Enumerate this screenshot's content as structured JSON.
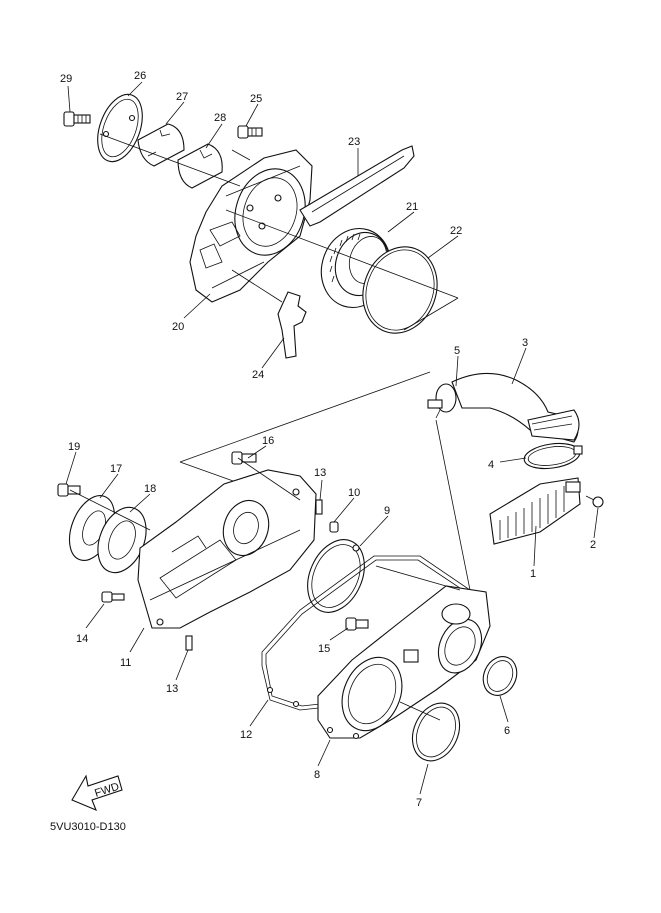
{
  "diagram": {
    "drawing_code": "5VU3010-D130",
    "fwd_label": "FWD",
    "colors": {
      "ink": "#111111",
      "paper": "#ffffff"
    },
    "callouts": [
      {
        "id": "c1",
        "text": "1"
      },
      {
        "id": "c2",
        "text": "2"
      },
      {
        "id": "c3",
        "text": "3"
      },
      {
        "id": "c4",
        "text": "4"
      },
      {
        "id": "c5",
        "text": "5"
      },
      {
        "id": "c6",
        "text": "6"
      },
      {
        "id": "c7",
        "text": "7"
      },
      {
        "id": "c8",
        "text": "8"
      },
      {
        "id": "c9",
        "text": "9"
      },
      {
        "id": "c10",
        "text": "10"
      },
      {
        "id": "c11",
        "text": "11"
      },
      {
        "id": "c12",
        "text": "12"
      },
      {
        "id": "c13a",
        "text": "13"
      },
      {
        "id": "c13b",
        "text": "13"
      },
      {
        "id": "c14",
        "text": "14"
      },
      {
        "id": "c15",
        "text": "15"
      },
      {
        "id": "c16",
        "text": "16"
      },
      {
        "id": "c17",
        "text": "17"
      },
      {
        "id": "c18",
        "text": "18"
      },
      {
        "id": "c19",
        "text": "19"
      },
      {
        "id": "c20",
        "text": "20"
      },
      {
        "id": "c21",
        "text": "21"
      },
      {
        "id": "c22",
        "text": "22"
      },
      {
        "id": "c23",
        "text": "23"
      },
      {
        "id": "c24",
        "text": "24"
      },
      {
        "id": "c25",
        "text": "25"
      },
      {
        "id": "c26",
        "text": "26"
      },
      {
        "id": "c27",
        "text": "27"
      },
      {
        "id": "c28",
        "text": "28"
      },
      {
        "id": "c29",
        "text": "29"
      }
    ]
  }
}
